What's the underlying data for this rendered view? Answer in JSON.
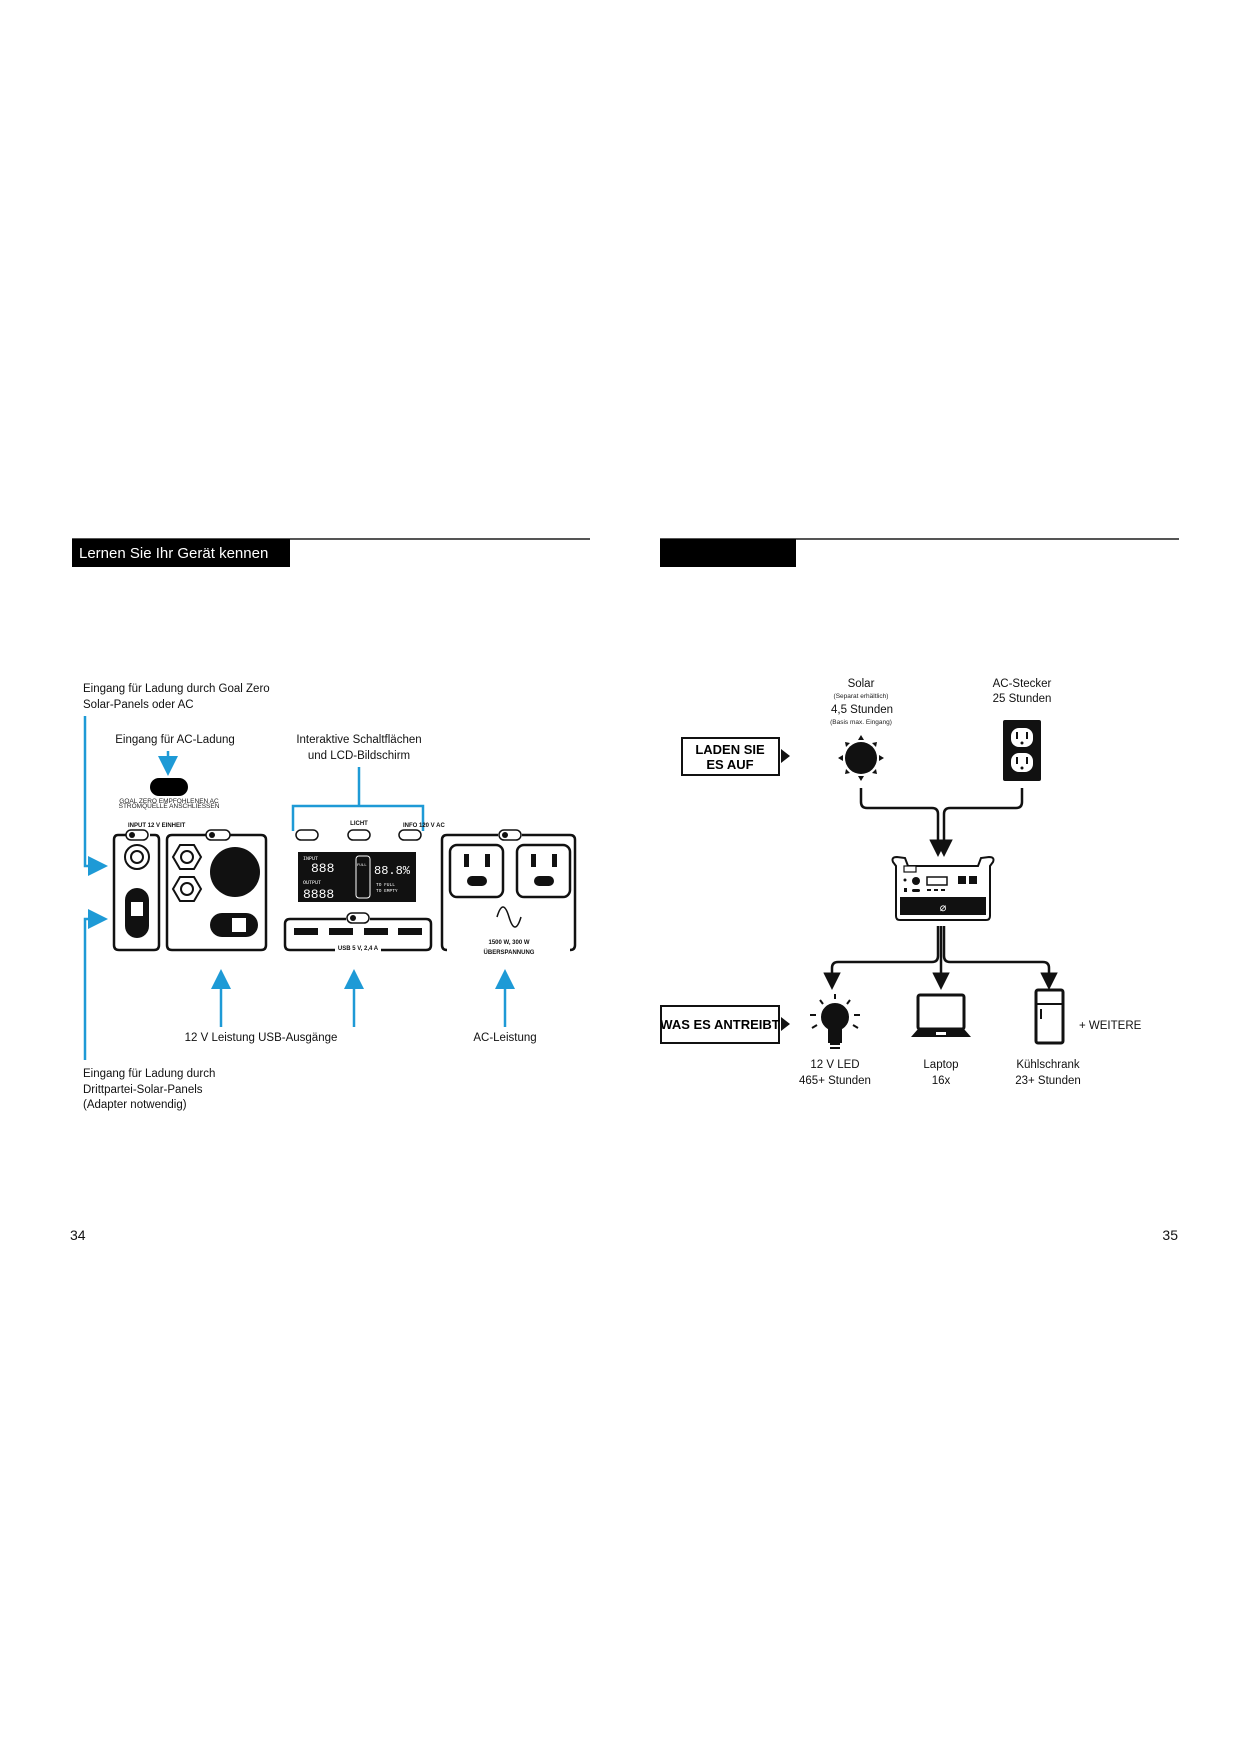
{
  "colors": {
    "accent_blue": "#1e9ad6",
    "ink": "#111111"
  },
  "left_page": {
    "section_title": "Lernen Sie Ihr Gerät kennen",
    "page_number": "34",
    "callouts": {
      "goal_zero_input": [
        "Eingang für Ladung durch Goal Zero",
        "Solar-Panels oder AC"
      ],
      "ac_input": "Eingang für AC-Ladung",
      "ac_input_small": [
        "GOAL ZERO EMPFOHLENEN AC",
        "STROMQUELLE ANSCHLIESSEN"
      ],
      "interactive": [
        "Interaktive Schaltflächen",
        "und LCD-Bildschirm"
      ],
      "usb_12v": "12 V Leistung USB-Ausgänge",
      "ac_power": "AC-Leistung",
      "third_party": [
        "Eingang für Ladung durch",
        "Drittpartei-Solar-Panels",
        "(Adapter notwendig)"
      ]
    },
    "device_labels": {
      "input_12v": "INPUT 12 V EINHEIT",
      "licht": "LICHT",
      "info_ac": "INFO 120 V AC",
      "usb": "USB 5 V, 2,4 A",
      "ac_rating": [
        "1500 W, 300 W",
        "ÜBERSPANNUNG"
      ],
      "lcd": {
        "input": "INPUT",
        "output": "OUTPUT",
        "digits_in": "888",
        "digits_out": "8888",
        "percent": "88.8%",
        "full": "FULL",
        "to_full": "TO FULL",
        "to_empty": "TO EMPTY"
      }
    }
  },
  "right_page": {
    "section_title": "",
    "page_number": "35",
    "charge_box": [
      "LADEN SIE",
      "ES AUF"
    ],
    "power_box": "WAS ES ANTREIBT",
    "sources": [
      {
        "name": "Solar",
        "note": "(Separat erhältlich)",
        "time": "4,5 Stunden",
        "note2": "(Basis max. Eingang)",
        "icon": "sun-icon"
      },
      {
        "name": "AC-Stecker",
        "time": "25 Stunden",
        "icon": "wall-outlet-icon"
      }
    ],
    "devices": [
      {
        "name": "12 V LED",
        "value": "465+ Stunden",
        "icon": "light-bulb-icon"
      },
      {
        "name": "Laptop",
        "value": "16x",
        "icon": "laptop-icon"
      },
      {
        "name": "Kühlschrank",
        "value": "23+ Stunden",
        "icon": "fridge-icon"
      }
    ],
    "more": "+ WEITERE"
  }
}
